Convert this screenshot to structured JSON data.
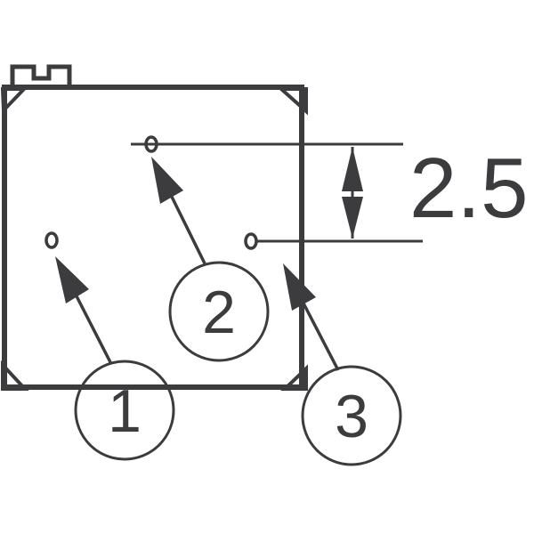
{
  "dimension": {
    "value_label": "2.5"
  },
  "callouts": [
    {
      "label": "1"
    },
    {
      "label": "2"
    },
    {
      "label": "3"
    }
  ],
  "colors": {
    "stroke": "#3c3c3e",
    "background": "#ffffff"
  }
}
